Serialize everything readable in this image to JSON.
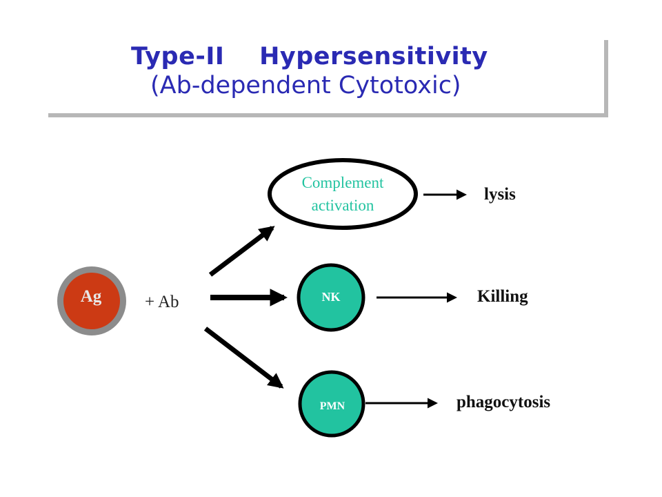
{
  "title": {
    "line1": "Type-II    Hypersensitivity",
    "line2": "(Ab-dependent Cytotoxic)"
  },
  "diagram": {
    "antigen": "Ag",
    "antibody": "+ Ab",
    "pathways": [
      {
        "effector": "Complement activation",
        "effector_line1": "Complement",
        "effector_line2": "activation",
        "outcome": "lysis"
      },
      {
        "effector": "NK",
        "outcome": "Killing"
      },
      {
        "effector": "PMN",
        "outcome": "phagocytosis"
      }
    ]
  },
  "colors": {
    "title": "#2a2ab3",
    "antigen_fill": "#cc3a14",
    "antigen_ring": "#8c8c8c",
    "effector_fill": "#22c3a0",
    "complement_text": "#22c3a0",
    "arrow": "#000000"
  }
}
